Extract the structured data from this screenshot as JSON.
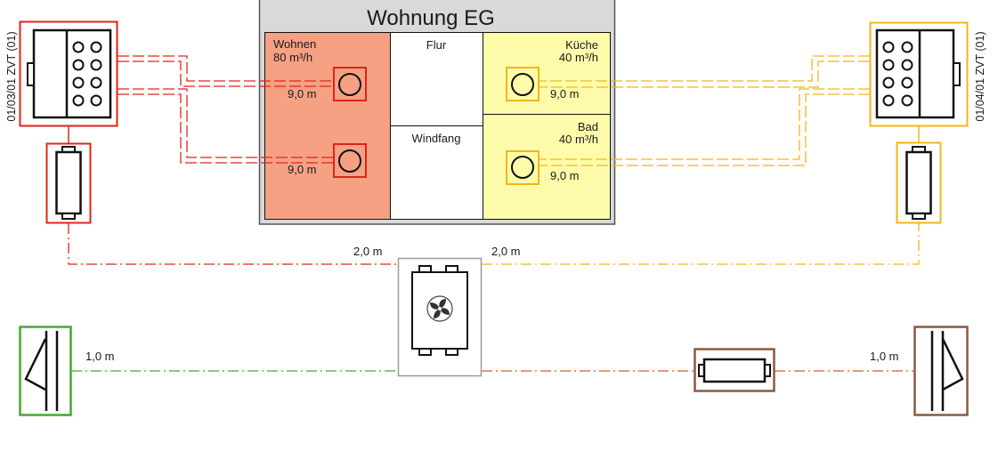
{
  "apartment": {
    "title": "Wohnung EG",
    "rooms": {
      "wohnen": {
        "name": "Wohnen",
        "airflow": "80 m³/h",
        "valve_ducts": [
          "9,0 m",
          "9,0 m"
        ]
      },
      "flur": {
        "name": "Flur"
      },
      "windfang": {
        "name": "Windfang"
      },
      "kueche": {
        "name": "Küche",
        "airflow": "40 m³/h",
        "valve_ducts": [
          "9,0 m"
        ]
      },
      "bad": {
        "name": "Bad",
        "airflow": "40 m³/h",
        "valve_ducts": [
          "9,0 m"
        ]
      }
    }
  },
  "distributors": {
    "supply": {
      "label": "01/03/01 ZVT (01)"
    },
    "extract": {
      "label": "01/04/01 ZVT (01)"
    }
  },
  "ducts": {
    "supply_to_unit": "2,0 m",
    "extract_to_unit": "2,0 m",
    "outdoor_air": "1,0 m",
    "exhaust_air": "1,0 m"
  },
  "icons": {
    "ventilation_unit": "fan-icon",
    "room_valve": "valve-icon",
    "distributor": "distributor-icon",
    "silencer": "silencer-icon",
    "outdoor_terminal": "wall-terminal-icon",
    "exhaust_terminal": "wall-terminal-icon"
  },
  "colors": {
    "supply": "#e2231a",
    "extract": "#f4b519",
    "outdoor_air": "#40ab2c",
    "exhaust_air": "#8a5a40",
    "exhaust_duct": "#d2601a",
    "living_room": "#f6a184",
    "wet_rooms": "#fefcaa",
    "apartment_panel": "#d9d9d9",
    "unit_frame": "#9a9a9a"
  }
}
